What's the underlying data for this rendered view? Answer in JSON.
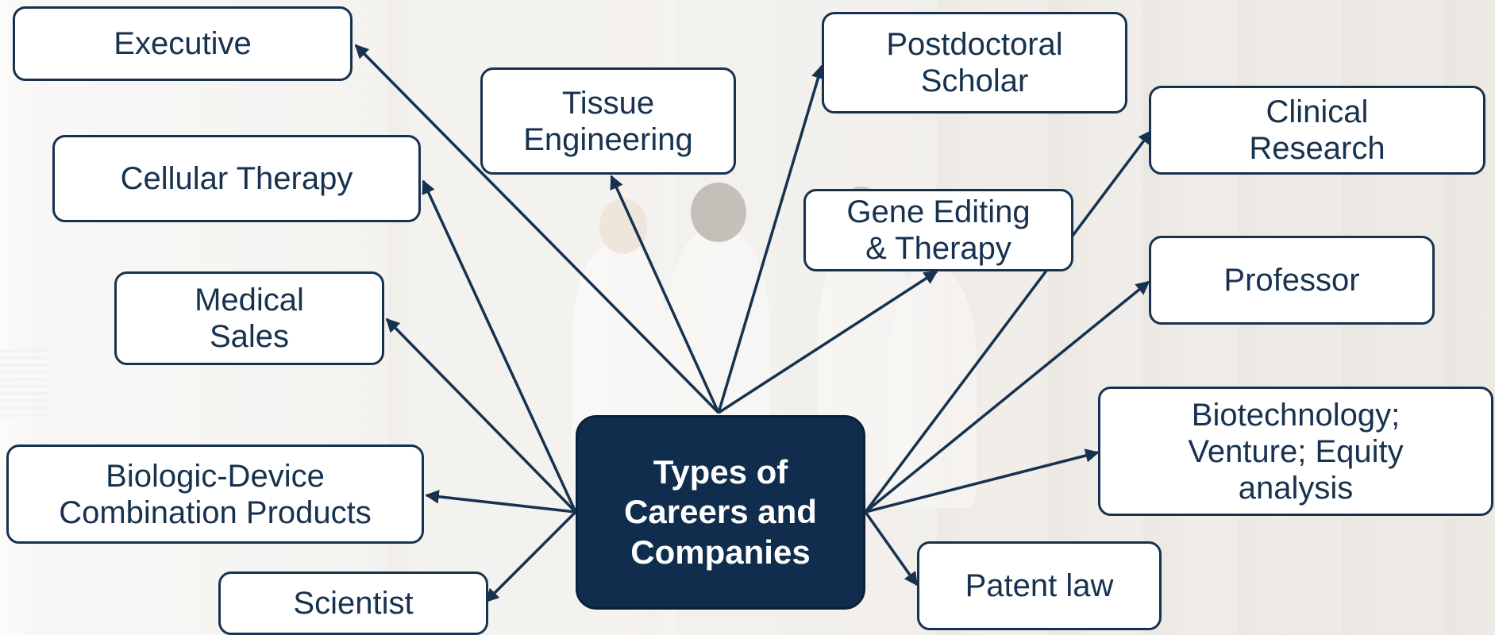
{
  "diagram": {
    "center": "Types of\nCareers and\nCompanies",
    "nodes": {
      "executive": "Executive",
      "cellular_therapy": "Cellular Therapy",
      "medical_sales": "Medical\nSales",
      "biologic_device": "Biologic-Device\nCombination Products",
      "scientist": "Scientist",
      "tissue_engineering": "Tissue\nEngineering",
      "postdoctoral_scholar": "Postdoctoral\nScholar",
      "gene_editing": "Gene Editing\n& Therapy",
      "clinical_research": "Clinical\nResearch",
      "professor": "Professor",
      "biotechnology": "Biotechnology;\nVenture; Equity\nanalysis",
      "patent_law": "Patent law"
    }
  },
  "colors": {
    "navy": "#112d4e",
    "border": "#17324f",
    "box_fill": "#ffffff"
  }
}
